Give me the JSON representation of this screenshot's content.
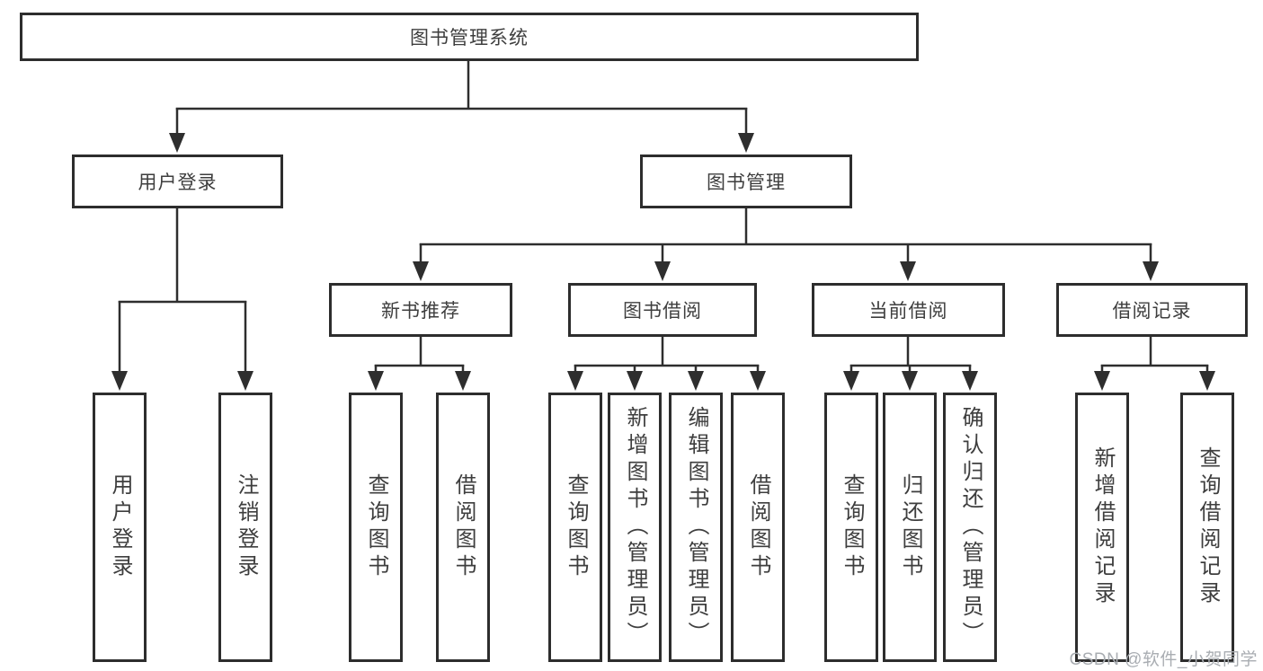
{
  "title": {
    "label": "图书管理系统"
  },
  "level2": [
    {
      "label": "用户登录"
    },
    {
      "label": "图书管理"
    }
  ],
  "level3": [
    {
      "label": "新书推荐",
      "parent": "图书管理"
    },
    {
      "label": "图书借阅",
      "parent": "图书管理"
    },
    {
      "label": "当前借阅",
      "parent": "图书管理"
    },
    {
      "label": "借阅记录",
      "parent": "图书管理"
    }
  ],
  "leaves": [
    {
      "label": "用户登录",
      "parent": "用户登录"
    },
    {
      "label": "注销登录",
      "parent": "用户登录"
    },
    {
      "label": "查询图书",
      "parent": "新书推荐"
    },
    {
      "label": "借阅图书",
      "parent": "新书推荐"
    },
    {
      "label": "查询图书",
      "parent": "图书借阅"
    },
    {
      "label": "新增图书（管理员）",
      "parent": "图书借阅"
    },
    {
      "label": "编辑图书（管理员）",
      "parent": "图书借阅"
    },
    {
      "label": "借阅图书",
      "parent": "图书借阅"
    },
    {
      "label": "查询图书",
      "parent": "当前借阅"
    },
    {
      "label": "归还图书",
      "parent": "当前借阅"
    },
    {
      "label": "确认归还（管理员）",
      "parent": "当前借阅"
    },
    {
      "label": "新增借阅记录",
      "parent": "借阅记录"
    },
    {
      "label": "查询借阅记录",
      "parent": "借阅记录"
    }
  ],
  "watermark": "CSDN @软件_小贺同学",
  "colors": {
    "line": "#2e2e2e",
    "box_border": "#2d2d2d",
    "text": "#3e3e3e",
    "watermark": "#a9adb2",
    "background": "#ffffff"
  }
}
